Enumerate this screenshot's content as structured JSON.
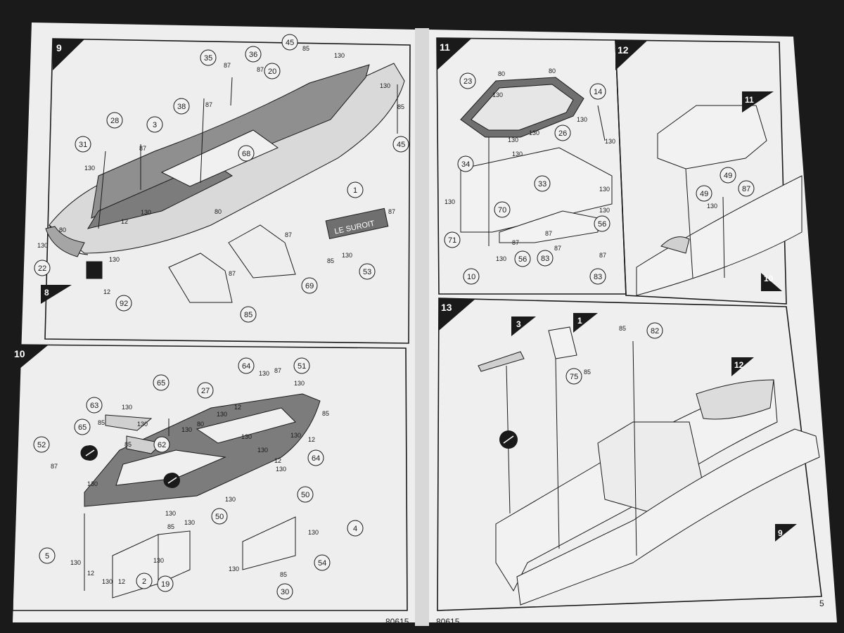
{
  "booklet": {
    "left_code": "80615",
    "right_code": "80615",
    "page_number": "5",
    "nameplate_text": "LE SUROIT"
  },
  "steps": {
    "s9": "9",
    "s10": "10",
    "s11": "11",
    "s12": "12",
    "s13": "13"
  },
  "refs": {
    "r8": "8",
    "r11": "11",
    "r10": "10",
    "r3": "3",
    "r1": "1",
    "r12": "12",
    "r9": "9"
  },
  "parts9": [
    "35",
    "36",
    "45",
    "20",
    "38",
    "28",
    "3",
    "31",
    "68",
    "1",
    "45",
    "22",
    "69",
    "53",
    "92",
    "85"
  ],
  "parts10": [
    "64",
    "51",
    "65",
    "27",
    "63",
    "65",
    "62",
    "52",
    "64",
    "50",
    "50",
    "4",
    "5",
    "2",
    "19",
    "54",
    "30"
  ],
  "parts11": [
    "23",
    "14",
    "26",
    "34",
    "33",
    "70",
    "71",
    "56",
    "56",
    "83",
    "10",
    "83"
  ],
  "parts12": [
    "49",
    "49",
    "87"
  ],
  "parts13": [
    "82",
    "75"
  ],
  "paint_codes": {
    "c130": "130",
    "c87": "87",
    "c85": "85",
    "c80": "80",
    "c12": "12"
  },
  "colors": {
    "page": "#f2f2f2",
    "ink": "#1a1a1a",
    "hull_grey": "#8f8f8f",
    "deck_grey": "#7c7c7c",
    "backdrop": "#1a1a1a"
  }
}
